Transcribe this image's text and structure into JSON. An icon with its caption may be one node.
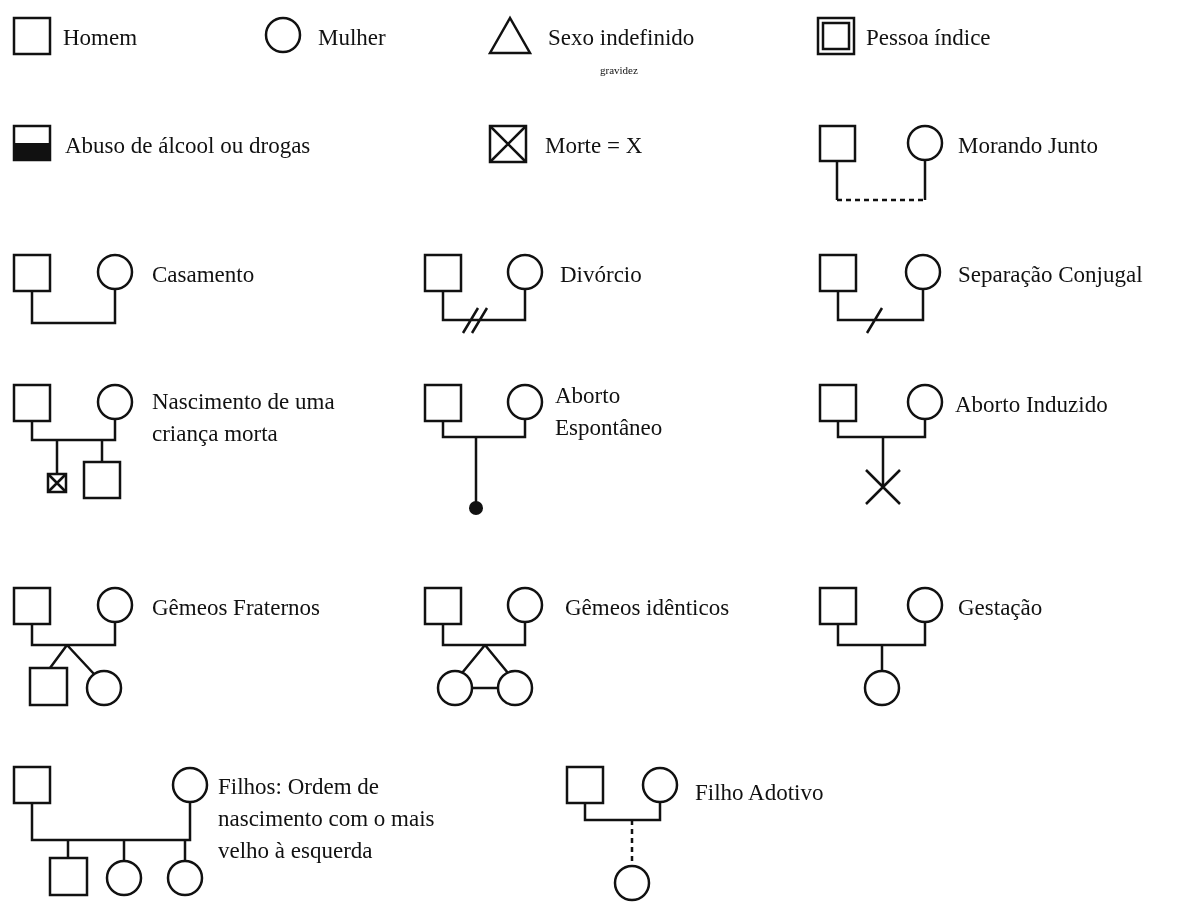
{
  "diagram": {
    "legend": [
      {
        "text": "Homem"
      },
      {
        "text": "Mulher"
      },
      {
        "text": "Sexo indefinido"
      },
      {
        "text": "Pessoa índice"
      },
      {
        "text": "Abuso de álcool ou drogas"
      },
      {
        "text": "Morte = X"
      },
      {
        "text": "Morando Junto"
      },
      {
        "text": "Casamento"
      },
      {
        "text": "Divórcio"
      },
      {
        "text": "Separação Conjugal"
      },
      {
        "text": "Nascimento de uma criança morta"
      },
      {
        "text": "Aborto Espontâneo"
      },
      {
        "text": "Aborto Induzido"
      },
      {
        "text": "Gêmeos Fraternos"
      },
      {
        "text": "Gêmeos idênticos"
      },
      {
        "text": "Gestação"
      },
      {
        "text": "Filhos: Ordem de nascimento com o mais velho à esquerda"
      },
      {
        "text": "Filho Adotivo"
      }
    ],
    "labels": [
      "gravidez"
    ]
  }
}
